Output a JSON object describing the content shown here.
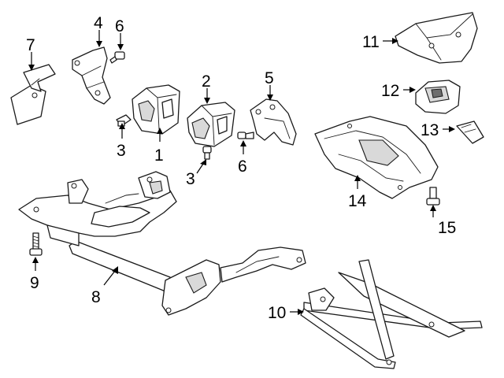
{
  "callouts": [
    {
      "id": "c1",
      "text": "1"
    },
    {
      "id": "c2",
      "text": "2"
    },
    {
      "id": "c3a",
      "text": "3"
    },
    {
      "id": "c3b",
      "text": "3"
    },
    {
      "id": "c4",
      "text": "4"
    },
    {
      "id": "c5",
      "text": "5"
    },
    {
      "id": "c6a",
      "text": "6"
    },
    {
      "id": "c6b",
      "text": "6"
    },
    {
      "id": "c7",
      "text": "7"
    },
    {
      "id": "c8",
      "text": "8"
    },
    {
      "id": "c9",
      "text": "9"
    },
    {
      "id": "c10",
      "text": "10"
    },
    {
      "id": "c11",
      "text": "11"
    },
    {
      "id": "c12",
      "text": "12"
    },
    {
      "id": "c13",
      "text": "13"
    },
    {
      "id": "c14",
      "text": "14"
    },
    {
      "id": "c15",
      "text": "15"
    }
  ]
}
